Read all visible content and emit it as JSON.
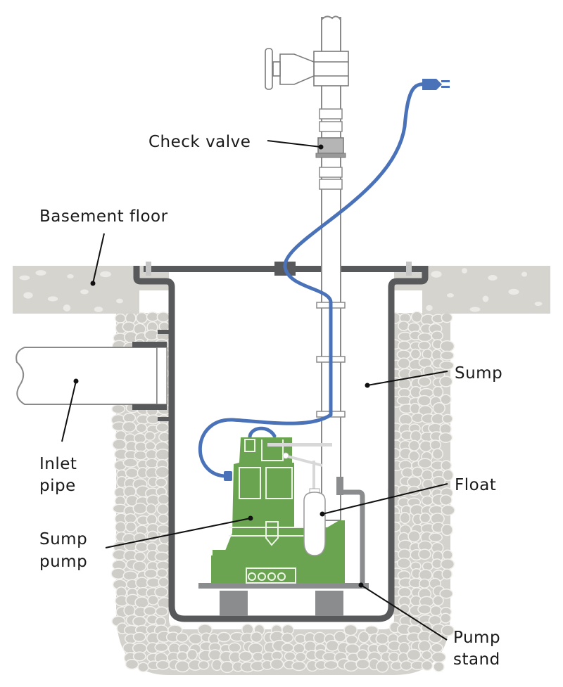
{
  "diagram": {
    "title": "Sump pump installation cross-section",
    "labels": {
      "check_valve": "Check valve",
      "basement_floor": "Basement floor",
      "sump": "Sump",
      "inlet_line1": "Inlet",
      "inlet_line2": "pipe",
      "float": "Float",
      "sump_pump_line1": "Sump",
      "sump_pump_line2": "pump",
      "pump_stand_line1": "Pump",
      "pump_stand_line2": "stand"
    },
    "colors": {
      "pump_green": "#6aa450",
      "cord_blue": "#4a72b8",
      "liner_gray": "#58595b",
      "concrete": "#d6d4cf",
      "stand_gray": "#8b8c8e"
    }
  }
}
